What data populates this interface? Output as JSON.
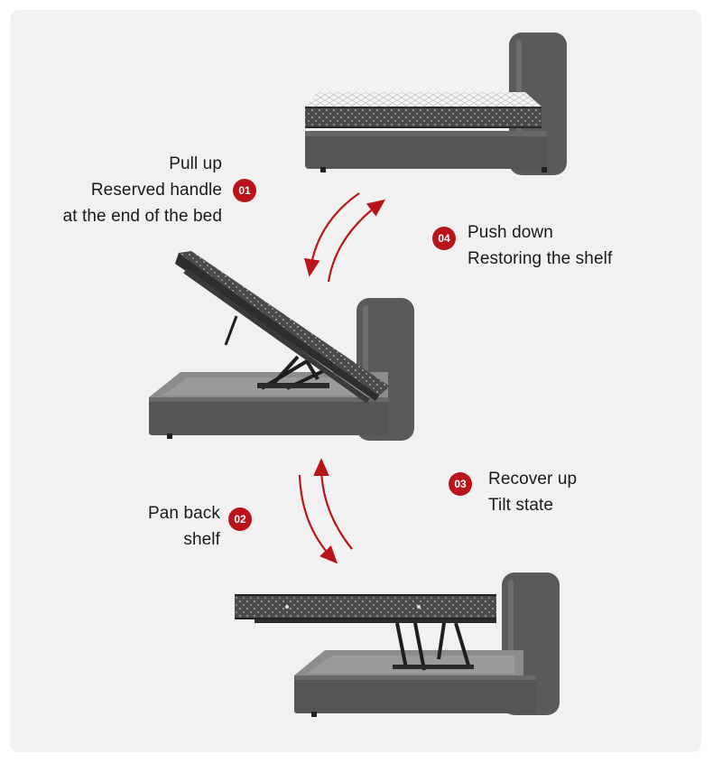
{
  "steps": [
    {
      "badge": "01",
      "lines": [
        "Pull up",
        "Reserved handle",
        "at the end of the bed"
      ]
    },
    {
      "badge": "02",
      "lines": [
        "Pan back",
        "shelf"
      ]
    },
    {
      "badge": "03",
      "lines": [
        "Recover up",
        "Tilt state"
      ]
    },
    {
      "badge": "04",
      "lines": [
        "Push down",
        "Restoring the shelf"
      ]
    }
  ],
  "colors": {
    "accent": "#b8141a",
    "bed": "#555555",
    "mattress": "#4a4a4a",
    "background": "#f1f1f1"
  },
  "icons": [
    "curved-arrow-icon"
  ]
}
